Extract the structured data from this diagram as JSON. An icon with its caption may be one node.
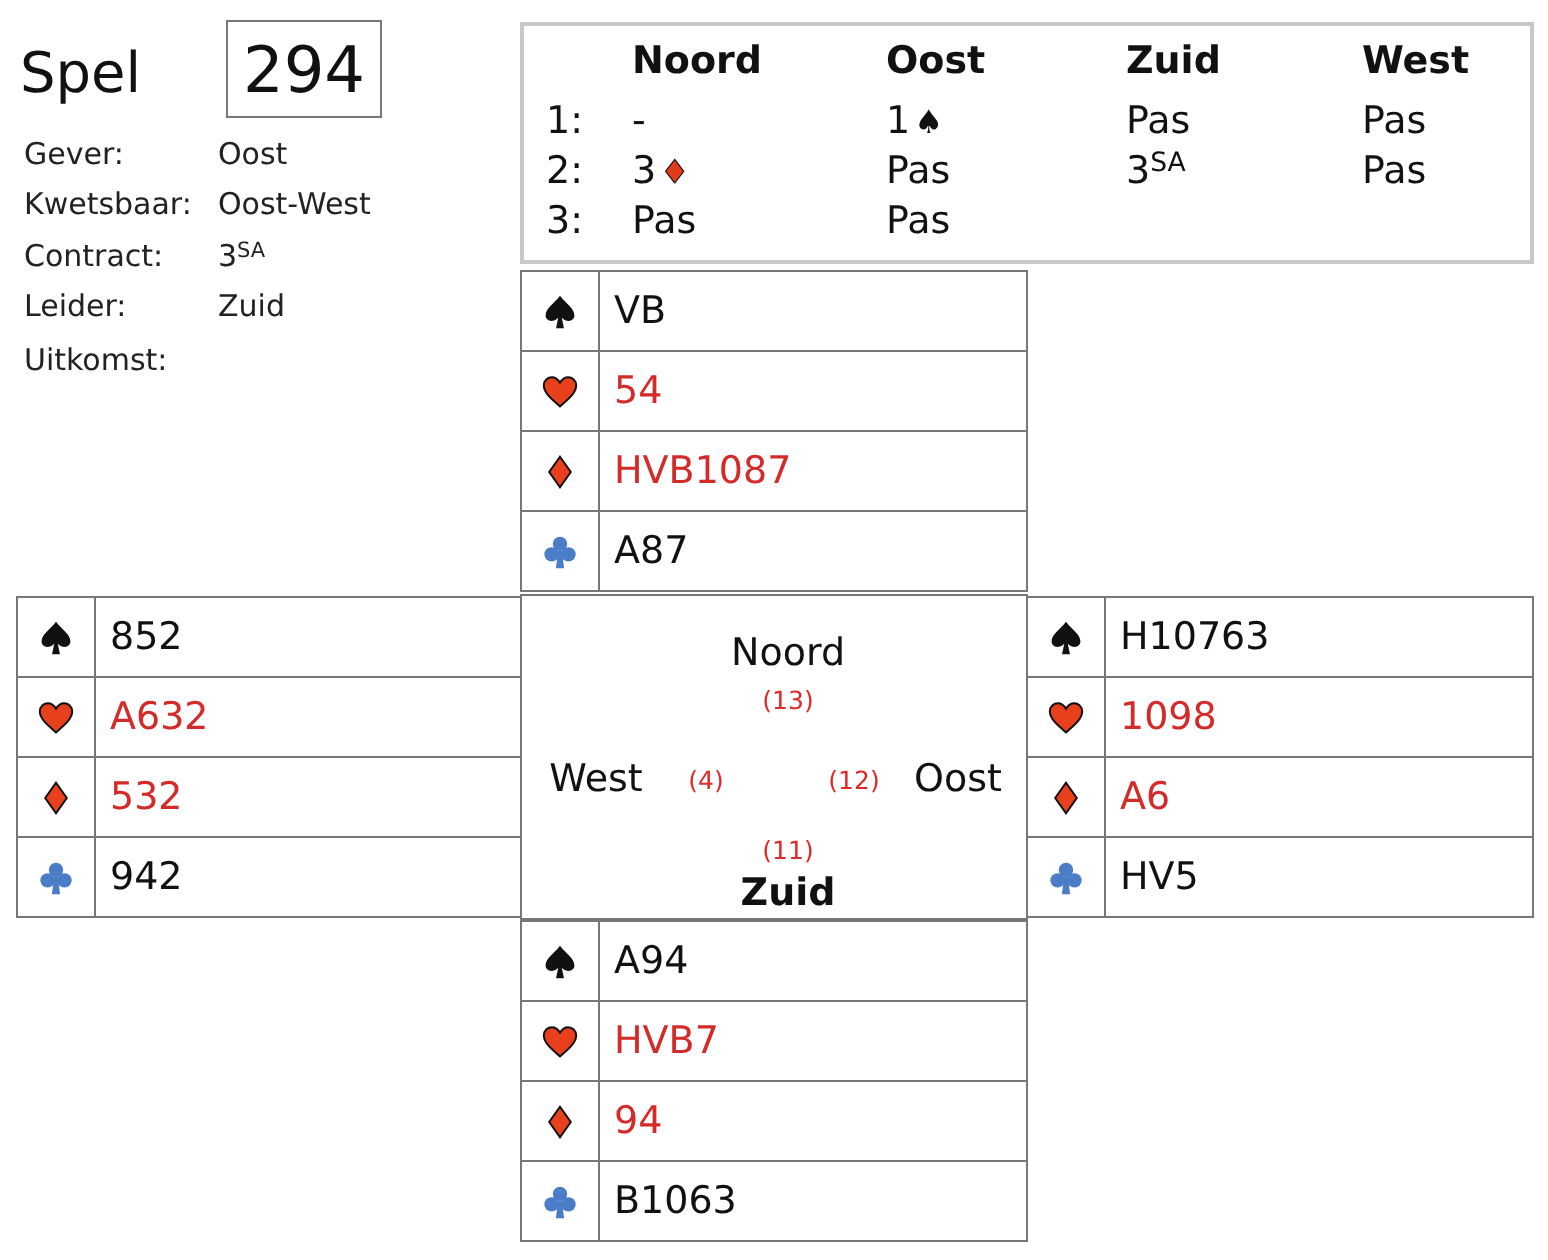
{
  "diagram": {
    "nodes": [
      {
        "text": [
          "294"
        ],
        "beside": [
          "Spel"
        ]
      },
      {
        "text": [
          "Noord",
          "Oost",
          "Zuid",
          "West",
          "1:",
          "-",
          "1♠",
          "Pas",
          "Pas",
          "2:",
          "3♦",
          "Pas",
          "3$^{SA}$",
          "Pas",
          "3:",
          "Pas",
          "Pas"
        ]
      },
      {
        "text": [
          "VB",
          "54",
          "HVB1087",
          "A87"
        ]
      },
      {
        "text": [
          "852",
          "A632",
          "532",
          "942"
        ]
      },
      {
        "text": [
          "Noord",
          "(13)",
          "West",
          "(4)",
          "(12)",
          "Oost",
          "(11)",
          "Zuid"
        ]
      },
      {
        "text": [
          "H10763",
          "1098",
          "A6",
          "HV5"
        ]
      },
      {
        "text": [
          "A94",
          "HVB7",
          "94",
          "B1063"
        ]
      }
    ],
    "labels": [
      "Gever:",
      "Oost",
      "Kwetsbaar:",
      "Oost-West",
      "Contract:",
      "3$^{SA}$",
      "Leider:",
      "Zuid",
      "Uitkomst:"
    ]
  }
}
